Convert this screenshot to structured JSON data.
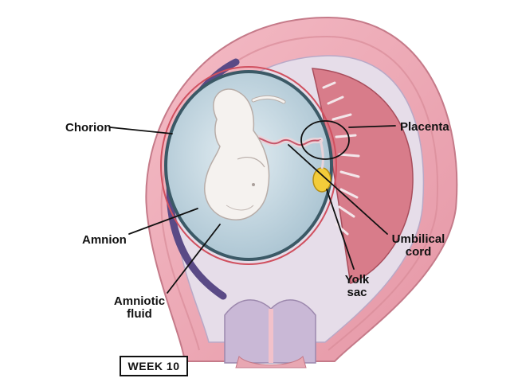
{
  "labels": {
    "chorion": "Chorion",
    "placenta": "Placenta",
    "amnion": "Amnion",
    "umbilical_line1": "Umbilical",
    "umbilical_line2": "cord",
    "amniotic_line1": "Amniotic",
    "amniotic_line2": "fluid",
    "yolk_line1": "Yolk",
    "yolk_line2": "sac"
  },
  "week_badge": "WEEK 10",
  "colors": {
    "uterine_wall": "#eeaab5",
    "uterine_wall_dark": "#d98b99",
    "decidua": "#e4dceb",
    "chorion_band": "#5a4a86",
    "amniotic_fluid": "#c9dce6",
    "embryo": "#f4f1ef",
    "placenta": "#cc6f7d",
    "yolk_sac": "#f3cc3a",
    "leader_line": "#111111"
  }
}
